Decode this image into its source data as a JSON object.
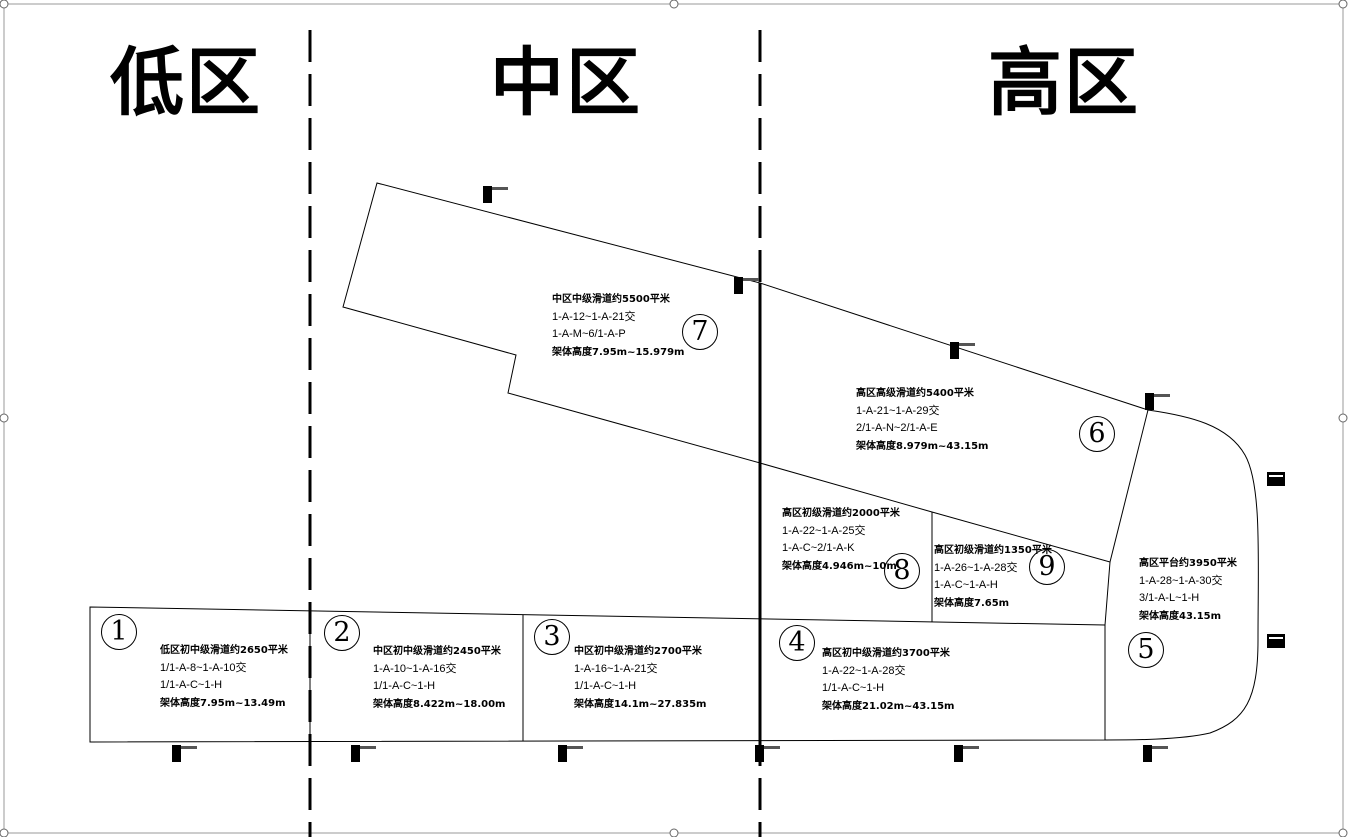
{
  "zones": {
    "low": "低区",
    "mid": "中区",
    "high": "高区"
  },
  "areas": [
    {
      "num": "1",
      "title": "低区初中级滑道约2650平米",
      "line1": "1/1-A-8~1-A-10交",
      "line2": "1/1-A-C~1-H",
      "line3": "架体高度7.95m~13.49m"
    },
    {
      "num": "2",
      "title": "中区初中级滑道约2450平米",
      "line1": "1-A-10~1-A-16交",
      "line2": "1/1-A-C~1-H",
      "line3": "架体高度8.422m~18.00m"
    },
    {
      "num": "3",
      "title": "中区初中级滑道约2700平米",
      "line1": "1-A-16~1-A-21交",
      "line2": "1/1-A-C~1-H",
      "line3": "架体高度14.1m~27.835m"
    },
    {
      "num": "4",
      "title": "高区初中级滑道约3700平米",
      "line1": "1-A-22~1-A-28交",
      "line2": "1/1-A-C~1-H",
      "line3": "架体高度21.02m~43.15m"
    },
    {
      "num": "5",
      "title": "高区平台约3950平米",
      "line1": "1-A-28~1-A-30交",
      "line2": "3/1-A-L~1-H",
      "line3": "架体高度43.15m"
    },
    {
      "num": "6",
      "title": "高区高级滑道约5400平米",
      "line1": "1-A-21~1-A-29交",
      "line2": "2/1-A-N~2/1-A-E",
      "line3": "架体高度8.979m~43.15m"
    },
    {
      "num": "7",
      "title": "中区中级滑道约5500平米",
      "line1": "1-A-12~1-A-21交",
      "line2": "1-A-M~6/1-A-P",
      "line3": "架体高度7.95m~15.979m"
    },
    {
      "num": "8",
      "title": "高区初级滑道约2000平米",
      "line1": "1-A-22~1-A-25交",
      "line2": "1-A-C~2/1-A-K",
      "line3": "架体高度4.946m~10m"
    },
    {
      "num": "9",
      "title": "高区初级滑道约1350平米",
      "line1": "1-A-26~1-A-28交",
      "line2": "1-A-C~1-A-H",
      "line3": "架体高度7.65m"
    }
  ]
}
